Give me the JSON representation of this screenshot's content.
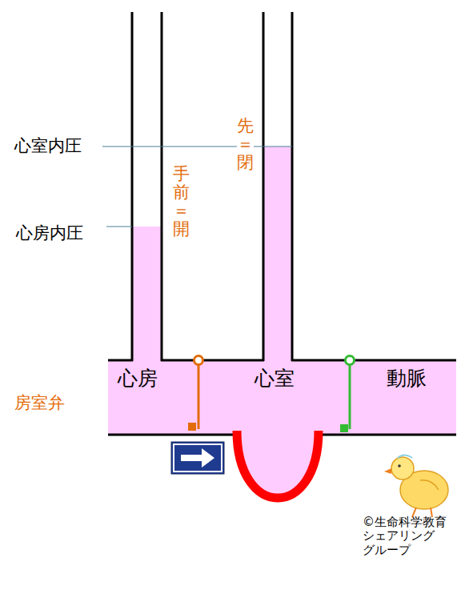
{
  "diagram": {
    "labels": [
      "心室内圧",
      "心房内圧",
      "先＝閉",
      "手前＝開",
      "心房",
      "心室",
      "動脈",
      "房室弁",
      "©生命科学教育 シェアリング グループ"
    ]
  }
}
